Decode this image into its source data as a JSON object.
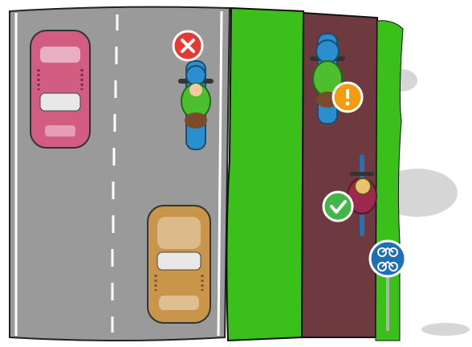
{
  "scene": {
    "colors": {
      "road": "#9a9a9a",
      "grass": "#3bbf1b",
      "bike_path": "#6e3a3f",
      "car_pink": "#d25d83",
      "car_tan": "#c9954a",
      "jacket_green": "#4dbf2f",
      "scooter_blue": "#2b8fcf",
      "status_bad": "#e53935",
      "status_warn": "#f39c12",
      "status_ok": "#43b649",
      "sign_blue": "#1d6fb7"
    },
    "objects": {
      "car_parked_top": {
        "color_key": "car_pink",
        "icon": "car-top-view"
      },
      "car_parked_bottom": {
        "color_key": "car_tan",
        "icon": "car-top-view"
      },
      "moped_on_road": {
        "status_icon": "cross-icon",
        "status": "bad"
      },
      "moped_on_bike_path": {
        "status_icon": "exclamation-icon",
        "status": "warning"
      },
      "cyclist_on_bike_path": {
        "status_icon": "check-icon",
        "status": "ok"
      },
      "road_sign": {
        "icon": "bicycle-moped-sign-icon"
      }
    }
  }
}
